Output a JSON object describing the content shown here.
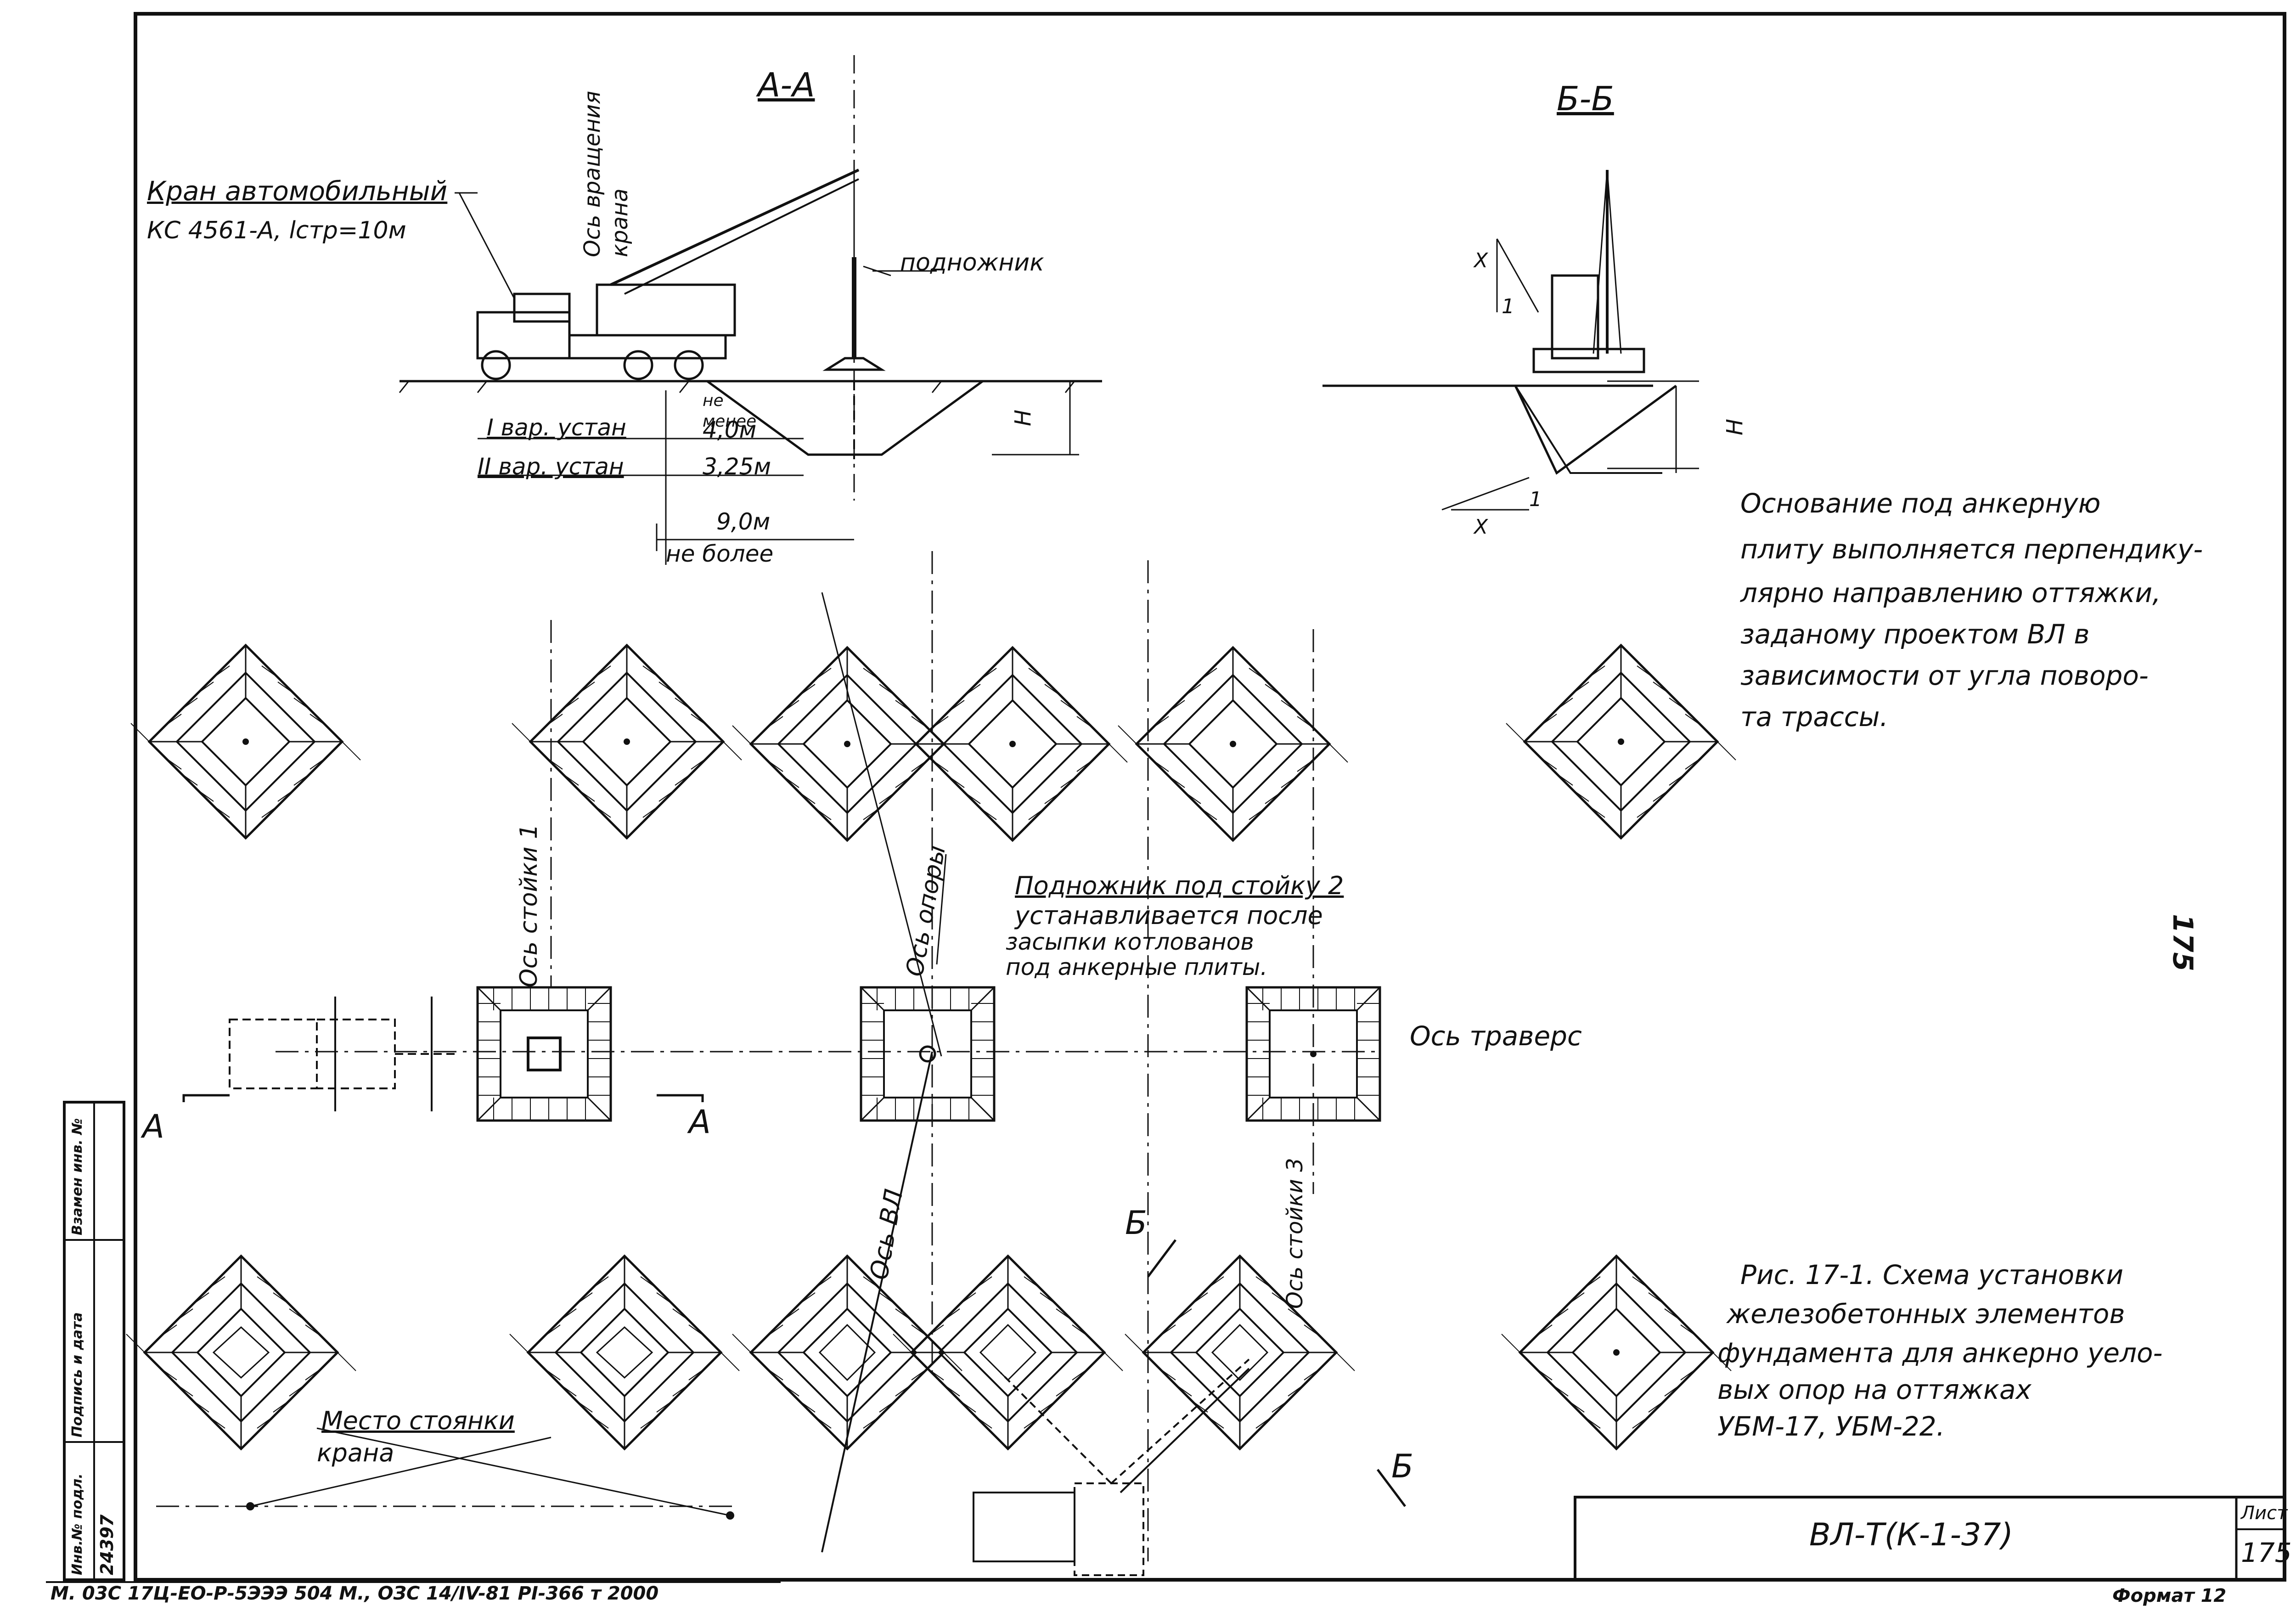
{
  "sections": {
    "aa": {
      "label": "А-А"
    },
    "bb": {
      "label": "Б-Б"
    }
  },
  "crane": {
    "title_line1": "Кран автомобильный",
    "title_line2": "КС 4561-А, lстр=10м",
    "rotation_axis": "Ось вращения крана",
    "footing": "подножник"
  },
  "dims": {
    "not_less": "не менее",
    "var1": "I вар. устан",
    "var2": "II вар. устан",
    "d40": "4,0м",
    "d325": "3,25м",
    "d90": "9,0м",
    "not_more": "не более",
    "h": "Н",
    "x": "Х",
    "one": "1"
  },
  "note_base": {
    "lines": [
      "Основание под анкерную",
      "плиту выполняется перпендику-",
      "лярно направлению оттяжки,",
      "заданому проектом ВЛ в",
      "зависимости от угла поворо-",
      "та трассы."
    ]
  },
  "plan": {
    "axis_post1": "Ось стойки 1",
    "axis_support": "Ось опоры",
    "axis_vl": "Ось ВЛ",
    "axis_post3": "Ось стойки 3",
    "axis_traverse": "Ось траверс",
    "footing_note": [
      "Подножник под стойку 2",
      "устанавливается после",
      "засыпки котлованов",
      "под анкерные плиты."
    ],
    "crane_place": [
      "Место стоянки",
      "крана"
    ],
    "mark_a": "А",
    "mark_b": "Б"
  },
  "caption": {
    "lines": [
      "Рис. 17-1. Схема установки",
      "железобетонных элементов",
      "фундамента для анкерно уело-",
      "вых опор на оттяжках",
      "УБМ-17, УБМ-22."
    ]
  },
  "stamp": {
    "code": "ВЛ-Т(К-1-37)",
    "sheet_label": "Лист",
    "sheet_no": "175"
  },
  "side_block": {
    "inv": "Инв.№ подл.",
    "sign": "Подпись и дата",
    "replace": "Взамен инв. №",
    "inv_value": "24397"
  },
  "margin_number": "175",
  "bottom_line": "М. 03С 17Ц-ЕО-Р-5ЭЭЭ 504 М., ОЗС 14/IV-81 PI-366 т 2000",
  "format": "Формат 12"
}
